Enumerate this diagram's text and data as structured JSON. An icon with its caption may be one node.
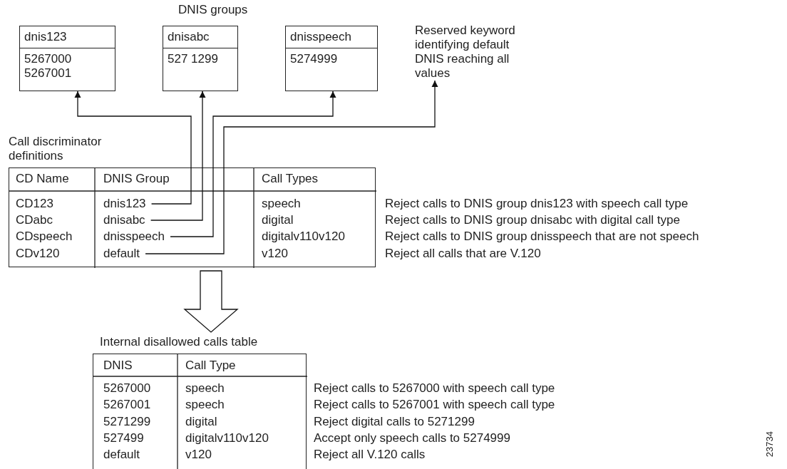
{
  "diagram": {
    "nodes": [
      {
        "text": [
          "dnis123",
          "5267000 5267001"
        ]
      },
      {
        "text": [
          "dnisabc",
          "527 1299"
        ]
      },
      {
        "text": [
          "dnisspeech",
          "5274999"
        ]
      },
      {
        "text": [
          "Reserved keyword identifying default DNIS reaching all values"
        ]
      },
      {
        "text": [
          "Call discriminator definitions"
        ]
      },
      {
        "text": [
          "dnis123"
        ],
        "in": 4
      },
      {
        "text": [
          "dnisabc"
        ],
        "in": 4
      },
      {
        "text": [
          "dnisspeech"
        ],
        "in": 4
      },
      {
        "text": [
          "default"
        ],
        "in": 4
      },
      {
        "text": [
          "Internal disallowed calls table"
        ]
      }
    ],
    "edges": [
      {
        "from": 5,
        "to": 0,
        "arrow": "to"
      },
      {
        "from": 6,
        "to": 1,
        "arrow": "to"
      },
      {
        "from": 7,
        "to": 2,
        "arrow": "to"
      },
      {
        "from": 8,
        "to": 3,
        "arrow": "to"
      },
      {
        "from": 4,
        "to": 9,
        "arrow": "to",
        "style": "thick"
      }
    ],
    "labels": [
      "DNIS groups",
      "CD Name",
      "DNIS Group",
      "Call Types",
      "CD123",
      "speech",
      "Reject calls to DNIS group dnis123 with speech call type",
      "CDabc",
      "digital",
      "Reject calls to DNIS group dnisabc with digital call type",
      "CDspeech",
      "digitalv110v120",
      "Reject calls to DNIS group dnisspeech that are not speech",
      "CDv120",
      "v120",
      "Reject all calls that are V.120",
      "DNIS",
      "Call Type",
      "5267000",
      "speech",
      "Reject calls to 5267000 with speech call type",
      "5267001",
      "speech",
      "Reject calls to 5267001 with speech call type",
      "5271299",
      "digital",
      "Reject digital calls to 5271299",
      "527499",
      "digitalv110v120",
      "Accept only speech calls to 5274999",
      "default",
      "v120",
      "Reject all V.120 calls",
      "23734"
    ]
  }
}
